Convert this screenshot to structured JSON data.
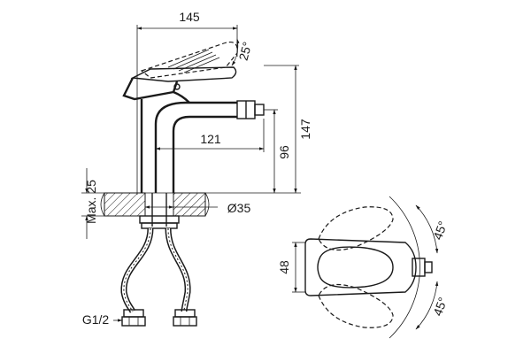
{
  "dimensions": {
    "width_145": "145",
    "angle_25": "25°",
    "height_147": "147",
    "reach_121": "121",
    "height_96": "96",
    "max_25": "Max. 25",
    "hole_35": "Ø35",
    "thread": "G1/2",
    "width_48": "48",
    "angle_45_top": "45°",
    "angle_45_bottom": "45°"
  },
  "colors": {
    "line": "#1a1a1a",
    "background": "#ffffff"
  }
}
